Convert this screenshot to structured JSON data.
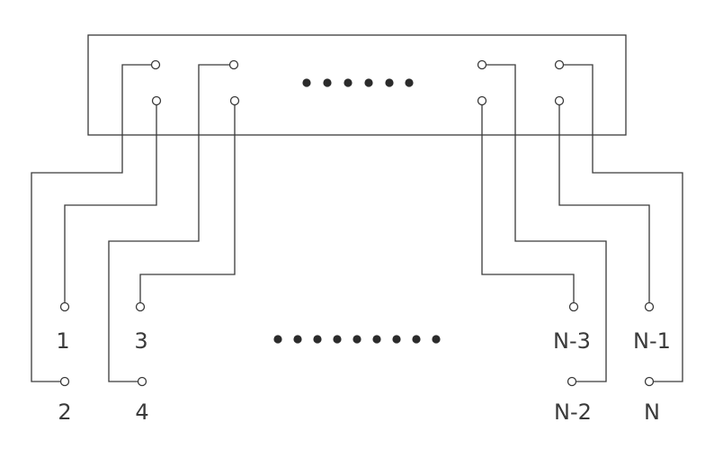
{
  "labels": {
    "t1": "1",
    "t2": "2",
    "t3": "3",
    "t4": "4",
    "tn3": "N-3",
    "tn2": "N-2",
    "tn1": "N-1",
    "tn": "N"
  },
  "colors": {
    "line": "#3a3a3a",
    "dots": "#2b2b2b",
    "background": "#ffffff"
  }
}
